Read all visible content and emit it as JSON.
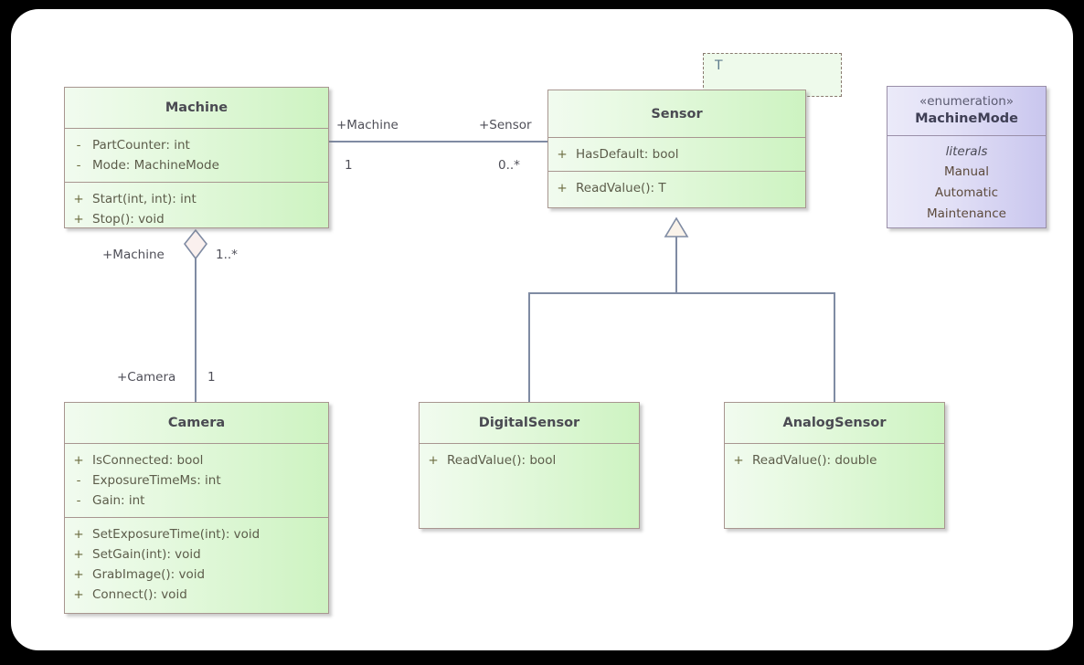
{
  "diagram": {
    "type": "uml-class-diagram",
    "classes": [
      {
        "id": "machine",
        "name": "Machine",
        "attributes": [
          {
            "visibility": "-",
            "signature": "PartCounter: int"
          },
          {
            "visibility": "-",
            "signature": "Mode: MachineMode"
          }
        ],
        "operations": [
          {
            "visibility": "+",
            "signature": "Start(int, int): int"
          },
          {
            "visibility": "+",
            "signature": "Stop(): void"
          }
        ]
      },
      {
        "id": "sensor",
        "name": "Sensor",
        "template_parameter": "T",
        "attributes": [
          {
            "visibility": "+",
            "signature": "HasDefault: bool"
          }
        ],
        "operations": [
          {
            "visibility": "+",
            "signature": "ReadValue(): T"
          }
        ]
      },
      {
        "id": "camera",
        "name": "Camera",
        "attributes": [
          {
            "visibility": "+",
            "signature": "IsConnected: bool"
          },
          {
            "visibility": "-",
            "signature": "ExposureTimeMs: int"
          },
          {
            "visibility": "-",
            "signature": "Gain: int"
          }
        ],
        "operations": [
          {
            "visibility": "+",
            "signature": "SetExposureTime(int): void"
          },
          {
            "visibility": "+",
            "signature": "SetGain(int): void"
          },
          {
            "visibility": "+",
            "signature": "GrabImage(): void"
          },
          {
            "visibility": "+",
            "signature": "Connect(): void"
          }
        ]
      },
      {
        "id": "digitalsensor",
        "name": "DigitalSensor",
        "attributes": [],
        "operations": [
          {
            "visibility": "+",
            "signature": "ReadValue(): bool"
          }
        ]
      },
      {
        "id": "analogsensor",
        "name": "AnalogSensor",
        "attributes": [],
        "operations": [
          {
            "visibility": "+",
            "signature": "ReadValue(): double"
          }
        ]
      }
    ],
    "enumeration": {
      "id": "machinemode",
      "stereotype": "«enumeration»",
      "name": "MachineMode",
      "literals_label": "literals",
      "literals": [
        "Manual",
        "Automatic",
        "Maintenance"
      ]
    },
    "associations": [
      {
        "id": "machine-sensor",
        "kind": "association",
        "source_role": "+Machine",
        "source_multiplicity": "1",
        "target_role": "+Sensor",
        "target_multiplicity": "0..*"
      },
      {
        "id": "machine-camera",
        "kind": "aggregation",
        "source_role": "+Machine",
        "source_multiplicity": "1..*",
        "target_role": "+Camera",
        "target_multiplicity": "1"
      }
    ],
    "generalizations": [
      {
        "id": "gen-digital",
        "from": "DigitalSensor",
        "to": "Sensor"
      },
      {
        "id": "gen-analog",
        "from": "AnalogSensor",
        "to": "Sensor"
      }
    ],
    "colors": {
      "class_fill_light": "#f1fbef",
      "class_fill_dark": "#cdf3c1",
      "class_border": "#a89690",
      "enum_fill_light": "#ebeaf9",
      "enum_fill_dark": "#c9c6ee",
      "enum_border": "#9a8fa8",
      "connector": "#7f8ba3",
      "canvas": "#ffffff",
      "backdrop": "#000000"
    }
  }
}
